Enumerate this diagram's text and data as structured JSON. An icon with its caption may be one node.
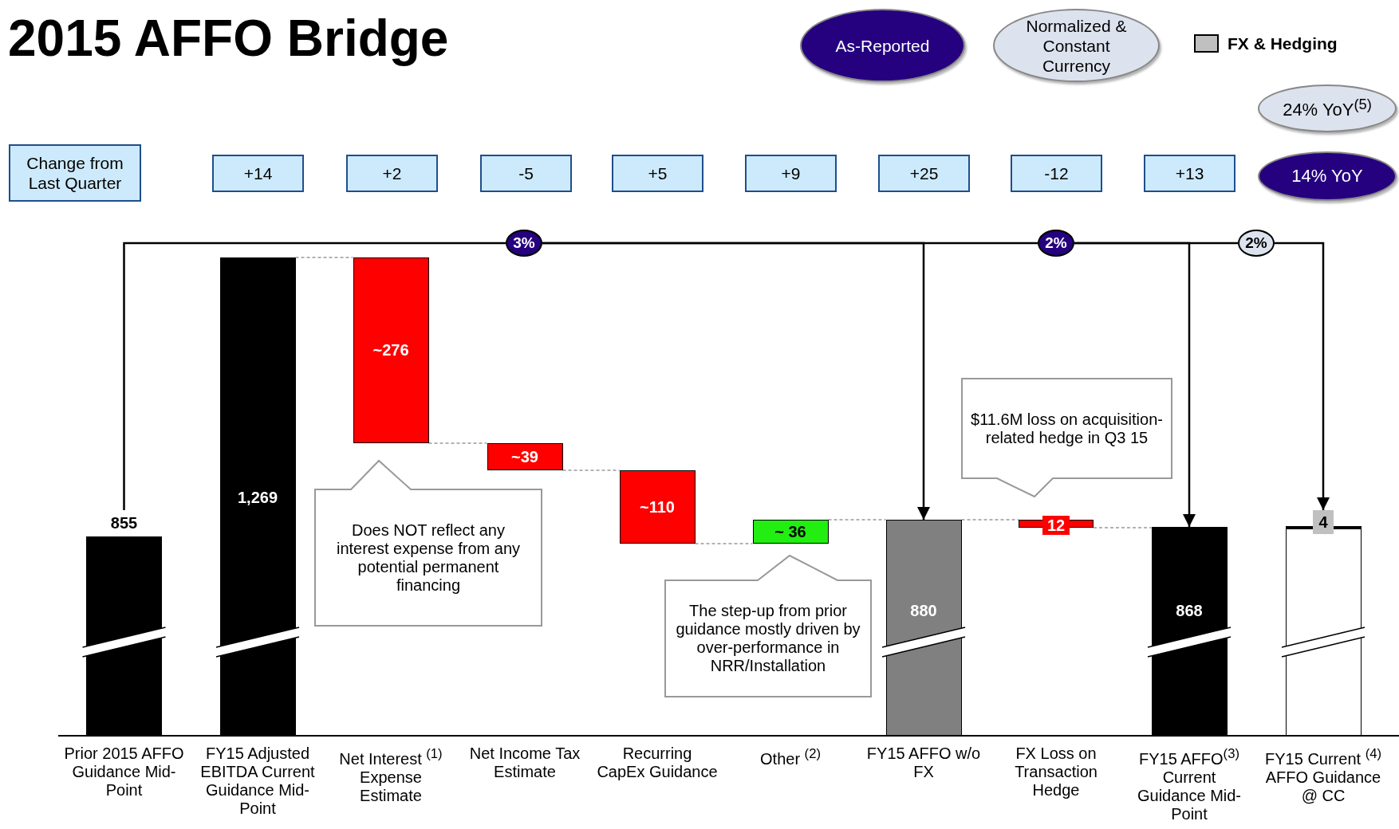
{
  "diagram": {
    "title": "2015 AFFO Bridge",
    "nodes": [
      {
        "text": [
          "Change from Last Quarter"
        ]
      },
      {
        "text": [
          "+14"
        ]
      },
      {
        "text": [
          "+2"
        ]
      },
      {
        "text": [
          "-5"
        ]
      },
      {
        "text": [
          "+5"
        ]
      },
      {
        "text": [
          "+9"
        ]
      },
      {
        "text": [
          "+25"
        ]
      },
      {
        "text": [
          "-12"
        ]
      },
      {
        "text": [
          "+13"
        ]
      },
      {
        "text": [
          "24% YoY$^{(5)}$"
        ]
      },
      {
        "text": [
          "14% YoY"
        ]
      },
      {
        "text": [
          "3%"
        ]
      },
      {
        "text": [
          "2%"
        ]
      },
      {
        "text": [
          "2%"
        ]
      },
      {
        "text": [
          "855"
        ]
      },
      {
        "text": [
          "1,269"
        ]
      },
      {
        "text": [
          "~276"
        ]
      },
      {
        "text": [
          "~39"
        ]
      },
      {
        "text": [
          "~110"
        ]
      },
      {
        "text": [
          "~ 36"
        ]
      },
      {
        "text": [
          "880"
        ]
      },
      {
        "text": [
          "12"
        ]
      },
      {
        "text": [
          "868"
        ]
      },
      {
        "text": [
          "4"
        ]
      },
      {
        "text": [
          "Does NOT reflect any interest expense from any potential permanent financing"
        ]
      },
      {
        "text": [
          "The step-up from prior guidance mostly driven by over-performance in NRR/Installation"
        ]
      },
      {
        "text": [
          "$11.6M loss on acquisition-related hedge in Q3 15"
        ]
      }
    ],
    "edges": [
      {
        "from": 14,
        "to": 11,
        "arrow": "none",
        "color": "#000000"
      },
      {
        "from": 11,
        "to": 20,
        "arrow": "to",
        "color": "#000000"
      },
      {
        "from": 11,
        "to": 12,
        "arrow": "none",
        "color": "#000000"
      },
      {
        "from": 12,
        "to": 22,
        "arrow": "to",
        "color": "#000000"
      },
      {
        "from": 12,
        "to": 13,
        "arrow": "none",
        "color": "#000000"
      },
      {
        "from": 13,
        "to": 23,
        "arrow": "to",
        "color": "#000000"
      },
      {
        "from": 15,
        "to": 16,
        "arrow": "none",
        "style": "dashed"
      },
      {
        "from": 16,
        "to": 17,
        "arrow": "none",
        "style": "dashed"
      },
      {
        "from": 17,
        "to": 18,
        "arrow": "none",
        "style": "dashed"
      },
      {
        "from": 18,
        "to": 19,
        "arrow": "none",
        "style": "dashed"
      },
      {
        "from": 19,
        "to": 20,
        "arrow": "none",
        "style": "dashed"
      },
      {
        "from": 20,
        "to": 21,
        "arrow": "none",
        "style": "dashed"
      },
      {
        "from": 21,
        "to": 22,
        "arrow": "none",
        "style": "dashed"
      }
    ],
    "labels": [
      "Prior 2015 AFFO Guidance Mid-Point",
      "FY15 Adjusted EBITDA Current Guidance Mid-Point",
      "Net Interest $^{(1)}$ Expense Estimate",
      "Net Income Tax Estimate",
      "Recurring CapEx Guidance",
      "Other $^{(2)}$",
      "FY15 AFFO w/o FX",
      "FX Loss on Transaction Hedge",
      "FY15 AFFO$^{(3)}$ Current Guidance Mid-Point",
      "FY15 Current $^{(4)}$ AFFO Guidance @ CC"
    ],
    "legend": [
      {
        "text": "As-Reported",
        "color": "#25007f"
      },
      {
        "text": "Normalized & Constant Currency",
        "color": "#dde3ee"
      },
      {
        "text": "FX & Hedging",
        "color": "#c0c0c0"
      }
    ]
  }
}
